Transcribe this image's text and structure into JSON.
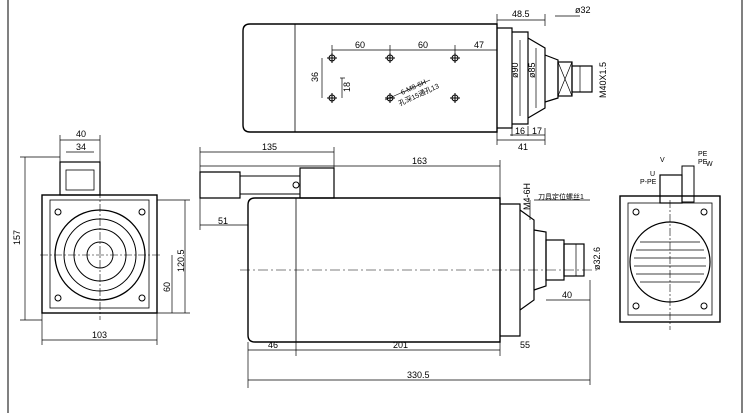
{
  "top_view": {
    "dims": {
      "d48_5": "48.5",
      "phi32": "ø32",
      "d60a": "60",
      "d60b": "60",
      "d47": "47",
      "d36": "36",
      "d18": "18",
      "phi90": "ø90",
      "phi85": "ø85",
      "m40": "M40X1.5",
      "d16": "16",
      "d17": "17",
      "d41": "41"
    },
    "note_holes": "6-M8-6H",
    "note_depth": "孔深15通孔13"
  },
  "left_view": {
    "dims": {
      "d40": "40",
      "d34": "34",
      "d157": "157",
      "d120_5": "120.5",
      "d60": "60",
      "d103": "103"
    }
  },
  "side_view": {
    "dims": {
      "d135": "135",
      "d163": "163",
      "d51": "51",
      "m4": "M4-6H",
      "d46": "46",
      "d201": "201",
      "d55": "55",
      "d330_5": "330.5",
      "phi32_6": "ø32.6",
      "d40": "40"
    },
    "note_lock": "刀具定位螺丝1"
  },
  "right_view": {
    "labels": {
      "v": "V",
      "u": "U",
      "w": "W",
      "pe": "PE",
      "pe2": "PE",
      "pe3": "P-PE"
    }
  }
}
